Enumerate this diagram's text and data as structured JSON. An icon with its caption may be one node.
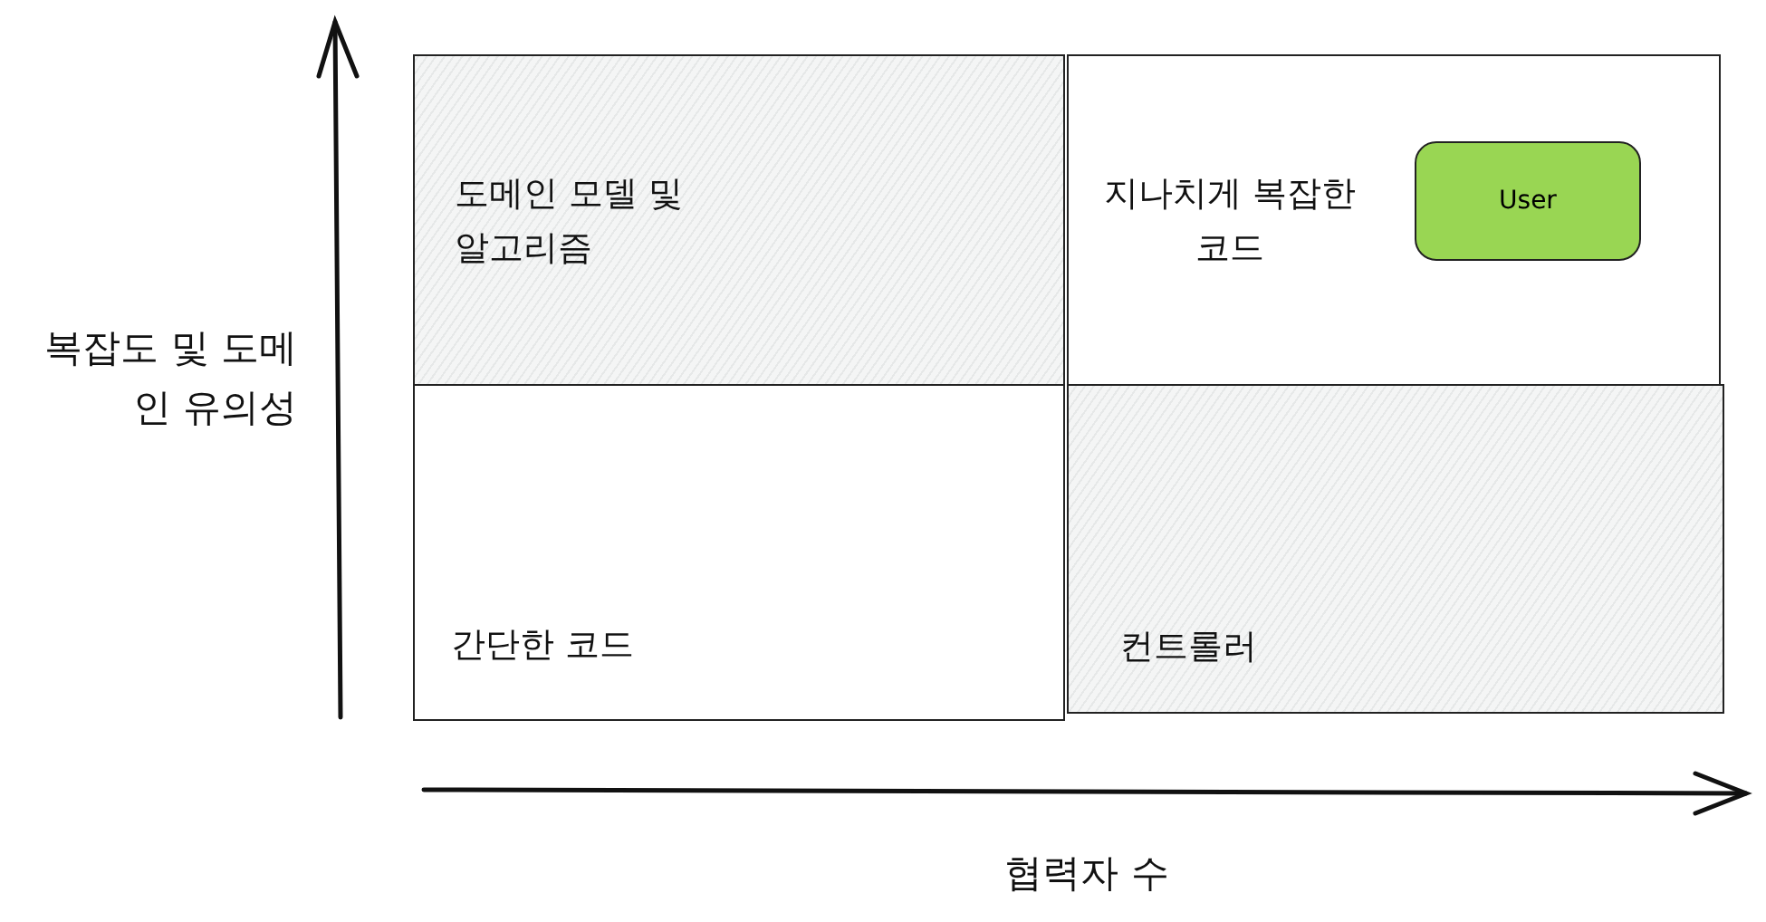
{
  "diagram": {
    "nodes": [
      {
        "text": [
          "도메인 모델 및 알고리즘"
        ]
      },
      {
        "text": [
          "지나치게 복잡한 코드"
        ]
      },
      {
        "text": [
          "User"
        ],
        "in": 1
      },
      {
        "text": [
          "간단한 코드"
        ]
      },
      {
        "text": [
          "컨트롤러"
        ]
      }
    ],
    "edges": [],
    "labels": [
      "복잡도 및 도메인 유의성",
      "협력자 수"
    ]
  }
}
